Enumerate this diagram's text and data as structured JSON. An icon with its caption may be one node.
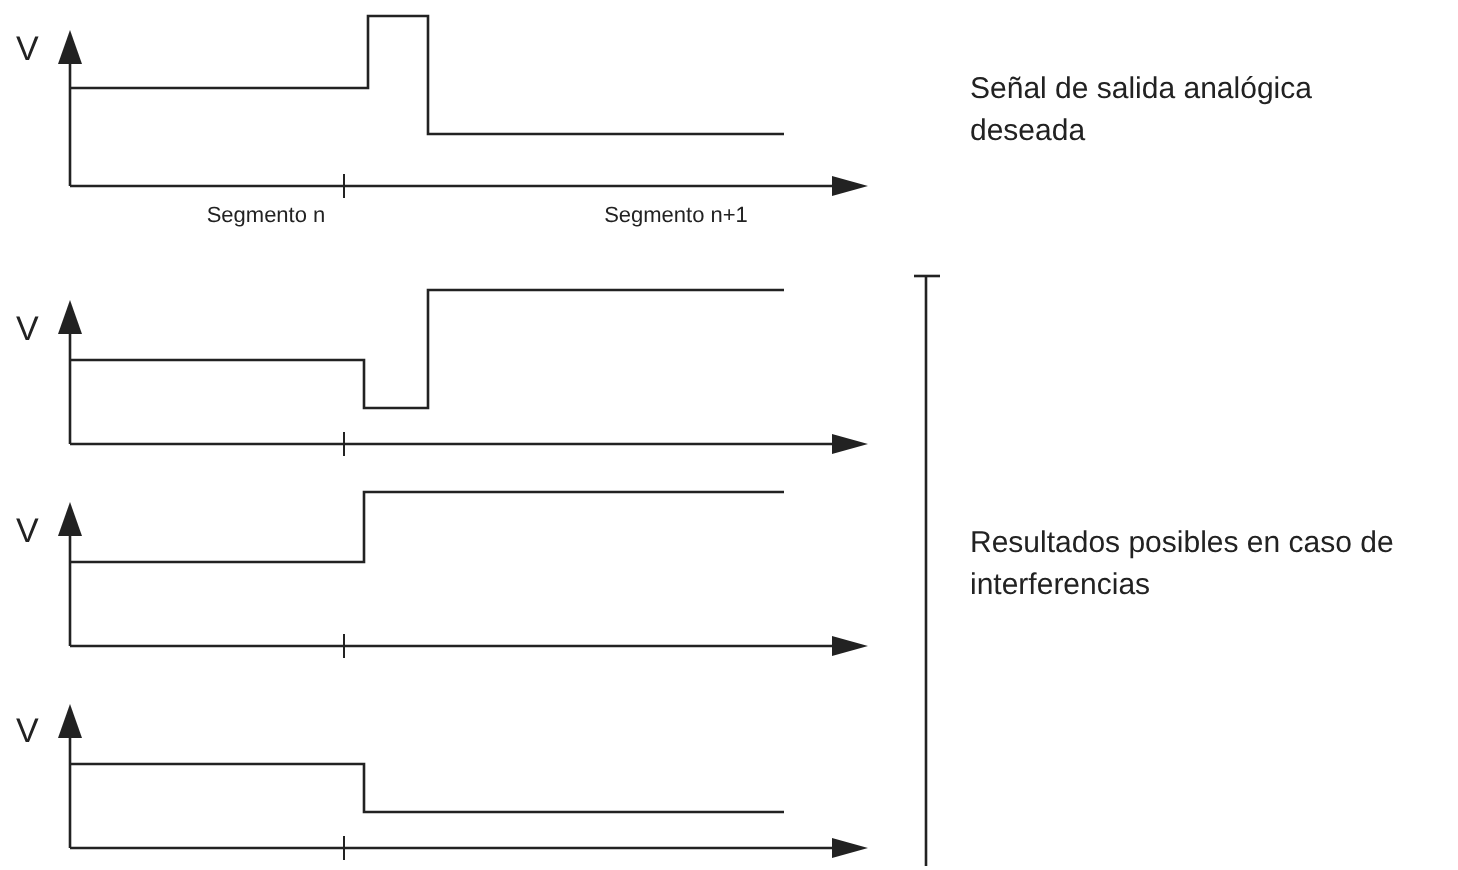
{
  "diagram": {
    "labels": [
      "V",
      "Señal de salida analógica deseada",
      "Segmento n",
      "Segmento n+1",
      "V",
      "V",
      "Resultados posibles en caso de interferencias",
      "V"
    ]
  }
}
